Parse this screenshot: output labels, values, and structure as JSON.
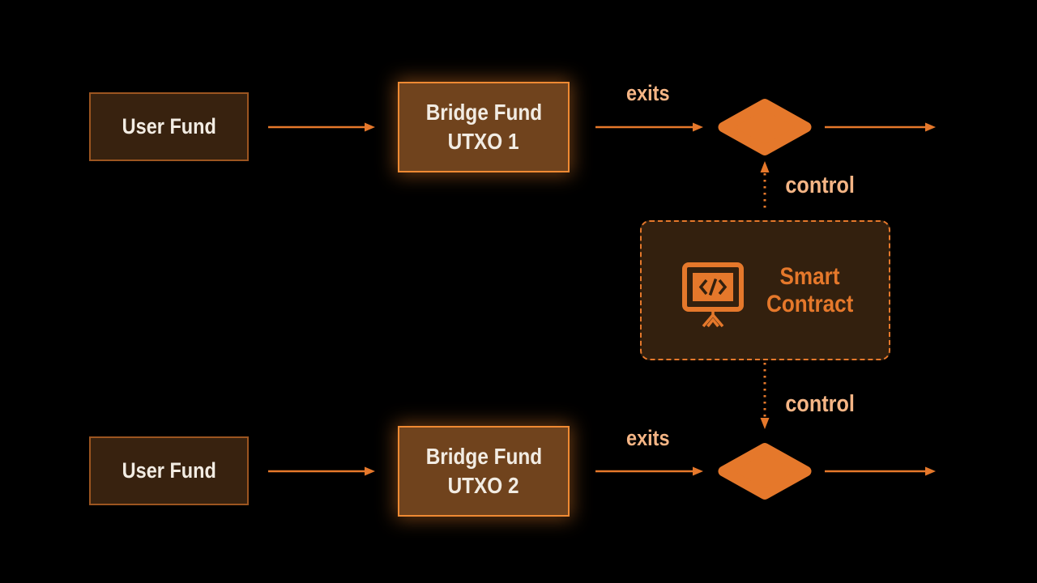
{
  "palette": {
    "canvas_bg": "#000000",
    "accent": "#e5782b",
    "accent_bright": "#ef8a33",
    "label_peach": "#f5b585",
    "box_text": "#f2ece3",
    "user_fill": "#38220f",
    "user_border": "#9c5520",
    "bridge_fill": "#70431d",
    "contract_fill": "#33200e",
    "glow": "rgba(236,130,45,0.45)"
  },
  "rows": [
    {
      "user_fund": {
        "label": "User Fund"
      },
      "bridge_fund": {
        "line1": "Bridge Fund",
        "line2": "UTXO 1"
      },
      "exits_label": "exits",
      "control_label": "control"
    },
    {
      "user_fund": {
        "label": "User Fund"
      },
      "bridge_fund": {
        "line1": "Bridge Fund",
        "line2": "UTXO 2"
      },
      "exits_label": "exits",
      "control_label": "control"
    }
  ],
  "smart_contract": {
    "line1": "Smart",
    "line2": "Contract",
    "icon": "code-monitor-icon"
  }
}
